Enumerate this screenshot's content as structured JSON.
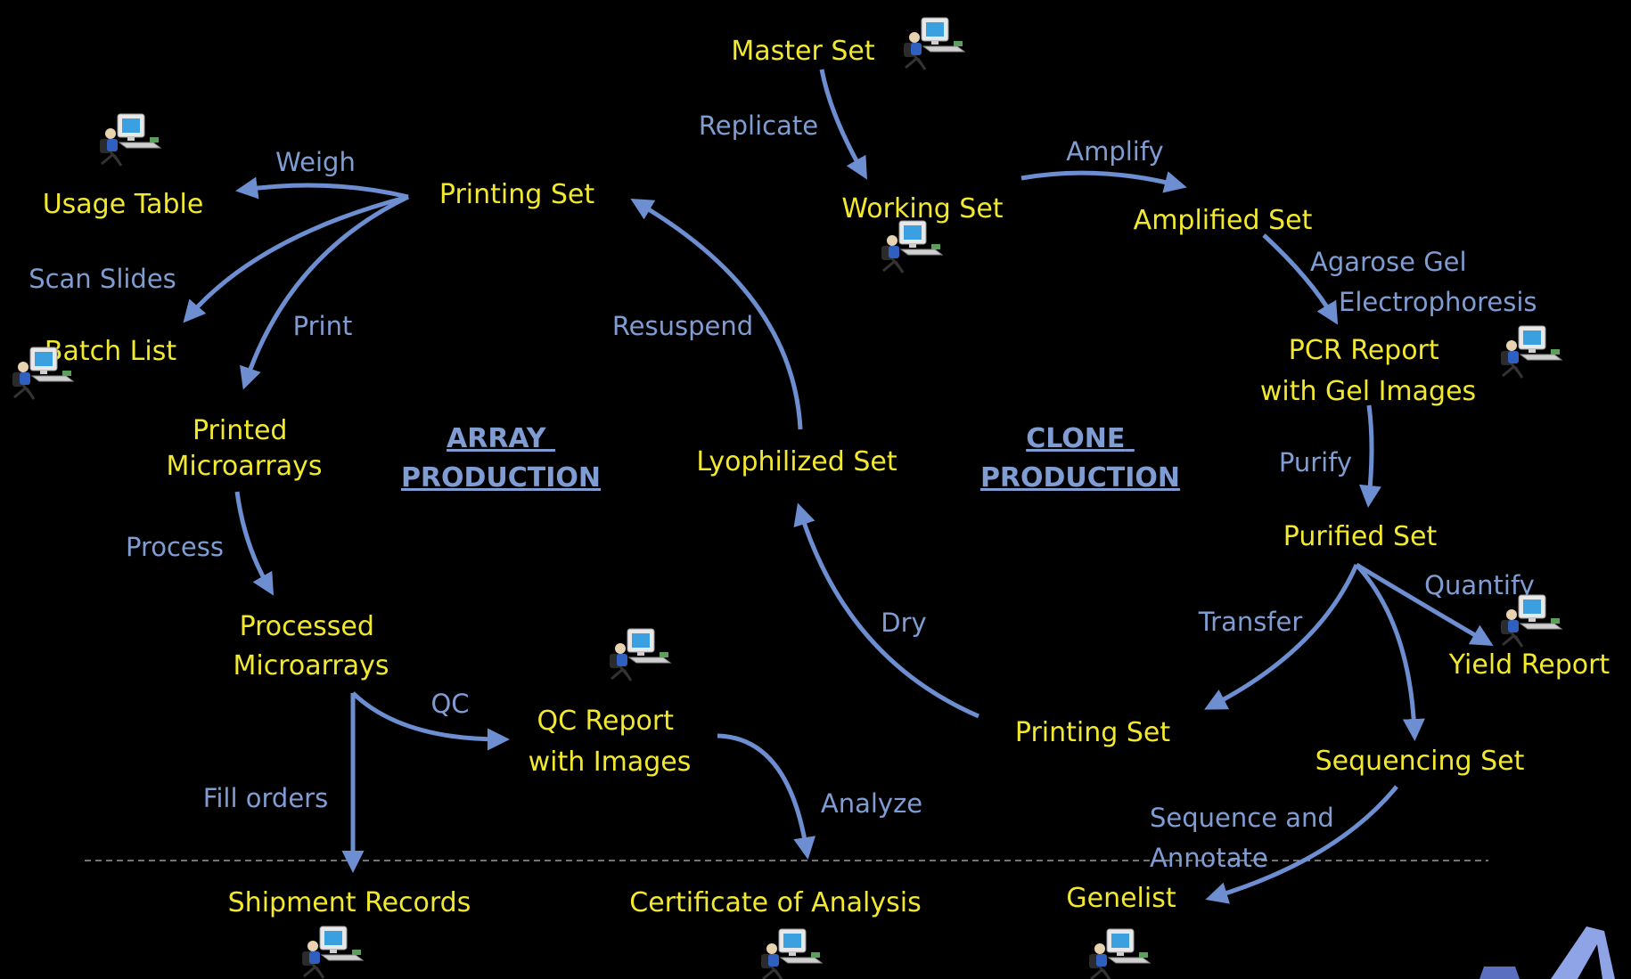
{
  "sections": {
    "array": [
      "ARRAY",
      "PRODUCTION"
    ],
    "clone": [
      "CLONE",
      "PRODUCTION"
    ]
  },
  "nodes": {
    "master_set": [
      "Master Set"
    ],
    "working_set": [
      "Working Set"
    ],
    "amplified_set": [
      "Amplified Set"
    ],
    "pcr_report": [
      "PCR Report",
      "with Gel Images"
    ],
    "purified_set": [
      "Purified Set"
    ],
    "yield_report": [
      "Yield Report"
    ],
    "sequencing_set": [
      "Sequencing Set"
    ],
    "printing_set_right": [
      "Printing Set"
    ],
    "lyophilized_set": [
      "Lyophilized Set"
    ],
    "printing_set_left": [
      "Printing Set"
    ],
    "usage_table": [
      "Usage Table"
    ],
    "batch_list": [
      "Batch List"
    ],
    "printed_microarrays": [
      "Printed",
      "Microarrays"
    ],
    "processed_microarrays": [
      "Processed",
      "Microarrays"
    ],
    "qc_report": [
      "QC Report",
      "with Images"
    ],
    "shipment_records": [
      "Shipment Records"
    ],
    "certificate": [
      "Certificate of Analysis"
    ],
    "genelist": [
      "Genelist"
    ]
  },
  "edge_labels": {
    "replicate": [
      "Replicate"
    ],
    "amplify": [
      "Amplify"
    ],
    "agarose": [
      "Agarose Gel",
      "Electrophoresis"
    ],
    "purify": [
      "Purify"
    ],
    "quantify": [
      "Quantify"
    ],
    "transfer": [
      "Transfer"
    ],
    "dry": [
      "Dry"
    ],
    "resuspend": [
      "Resuspend"
    ],
    "weigh": [
      "Weigh"
    ],
    "scan_slides": [
      "Scan Slides"
    ],
    "print": [
      "Print"
    ],
    "process": [
      "Process"
    ],
    "qc": [
      "QC"
    ],
    "fill_orders": [
      "Fill orders"
    ],
    "analyze": [
      "Analyze"
    ],
    "sequence_annotate": [
      "Sequence and",
      "Annotate"
    ]
  },
  "icons": [
    "computer-user-icon",
    "computer-user-icon",
    "computer-user-icon",
    "computer-user-icon",
    "computer-user-icon",
    "computer-user-icon",
    "computer-user-icon",
    "computer-user-icon",
    "computer-user-icon",
    "computer-user-icon",
    "computer-user-icon"
  ],
  "colors": {
    "background": "#000000",
    "node_text": "#f2e92e",
    "label_text": "#7f9dd3",
    "arrow": "#6d8ed0"
  }
}
